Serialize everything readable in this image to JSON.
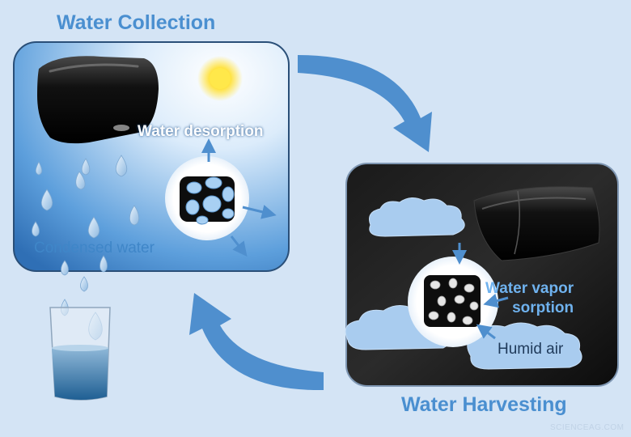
{
  "titles": {
    "collection": "Water Collection",
    "harvesting": "Water Harvesting"
  },
  "labels": {
    "water_desorption": "Water desorption",
    "condensed_water": "Condensed water",
    "water_vapor_line1": "Water vapor",
    "water_vapor_line2": "sorption",
    "humid_air": "Humid air"
  },
  "watermark": "SCIENCEAG.COM",
  "colors": {
    "background": "#d4e4f5",
    "accent_blue": "#4a8fd0",
    "arrow_blue": "#4f8fce",
    "panel_dark": "#121212",
    "cloud": "#a9ccef"
  }
}
